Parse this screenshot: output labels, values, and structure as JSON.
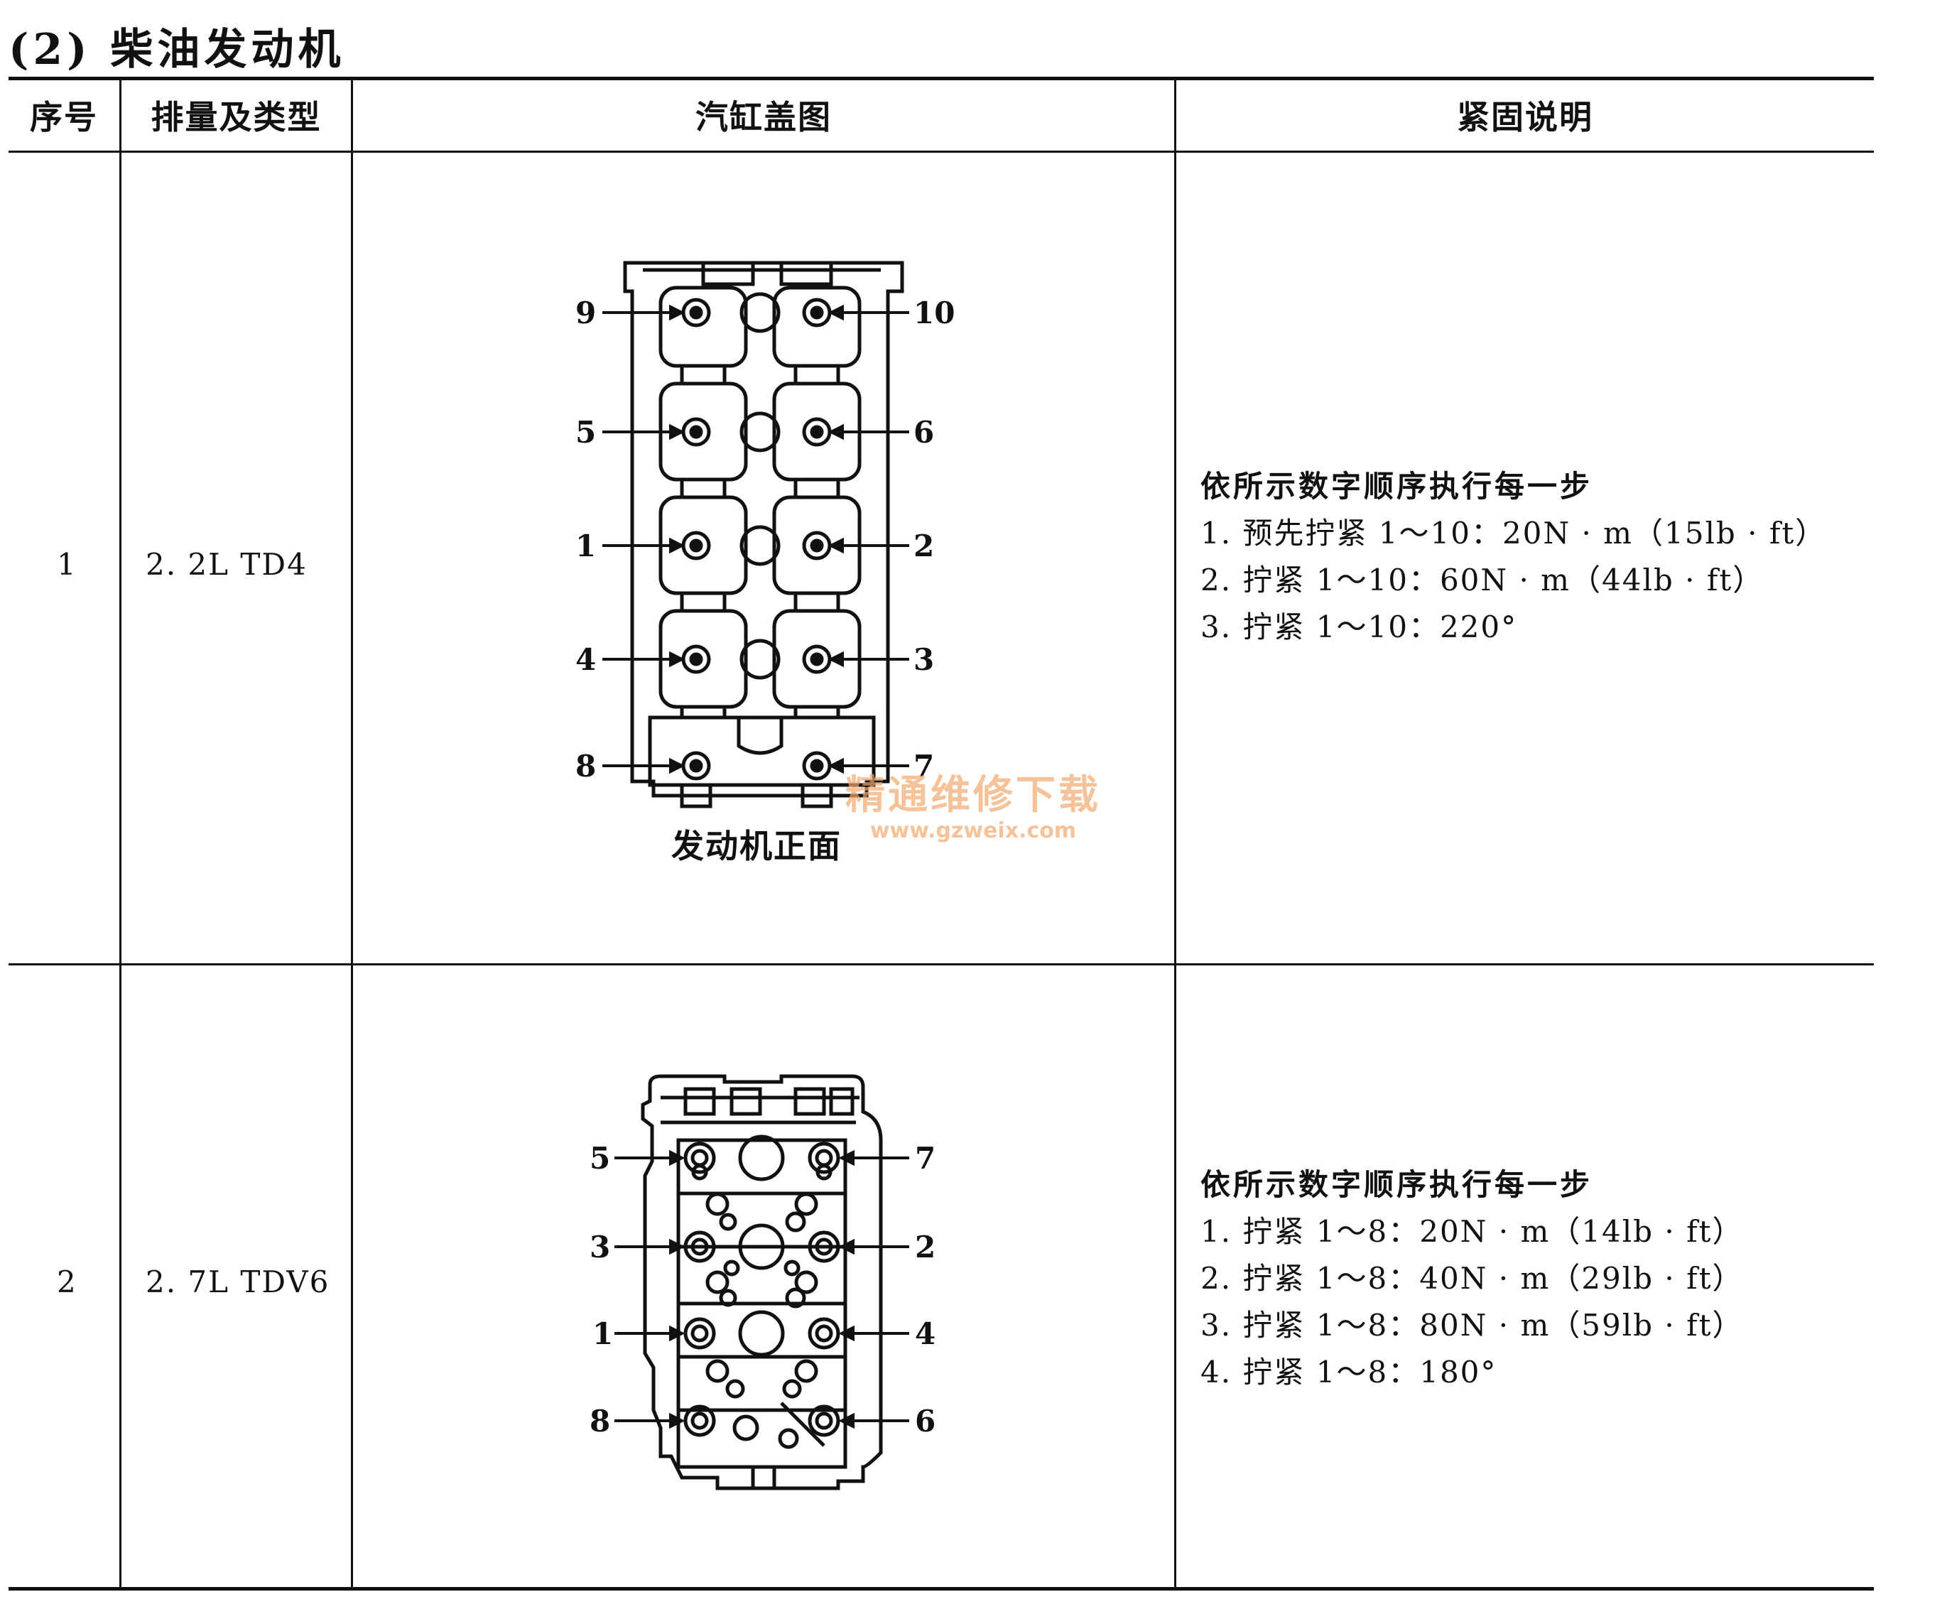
{
  "section_title": "(2) 柴油发动机",
  "table": {
    "headers": {
      "index": "序号",
      "displacement_type": "排量及类型",
      "cylinder_head_diagram": "汽缸盖图",
      "tightening_notes": "紧固说明"
    },
    "rows": [
      {
        "index": "1",
        "engine": "2. 2L TD4",
        "diagram": {
          "caption": "发动机正面",
          "bolt_labels": [
            "1",
            "2",
            "3",
            "4",
            "5",
            "6",
            "7",
            "8",
            "9",
            "10"
          ]
        },
        "notes": {
          "title": "依所示数字顺序执行每一步",
          "steps": [
            "1. 预先拧紧 1～10：20N · m（15lb · ft）",
            "2. 拧紧 1～10：60N · m（44lb · ft）",
            "3. 拧紧 1～10：220°"
          ]
        }
      },
      {
        "index": "2",
        "engine": "2. 7L TDV6",
        "diagram": {
          "bolt_labels": [
            "1",
            "2",
            "3",
            "4",
            "5",
            "6",
            "7",
            "8"
          ]
        },
        "notes": {
          "title": "依所示数字顺序执行每一步",
          "steps": [
            "1. 拧紧 1～8：20N · m（14lb · ft）",
            "2. 拧紧 1～8：40N · m（29lb · ft）",
            "3. 拧紧 1～8：80N · m（59lb · ft）",
            "4. 拧紧 1～8：180°"
          ]
        }
      }
    ]
  },
  "watermark": {
    "line1": "精通维修下载",
    "line2": "www.gzweix.com"
  }
}
